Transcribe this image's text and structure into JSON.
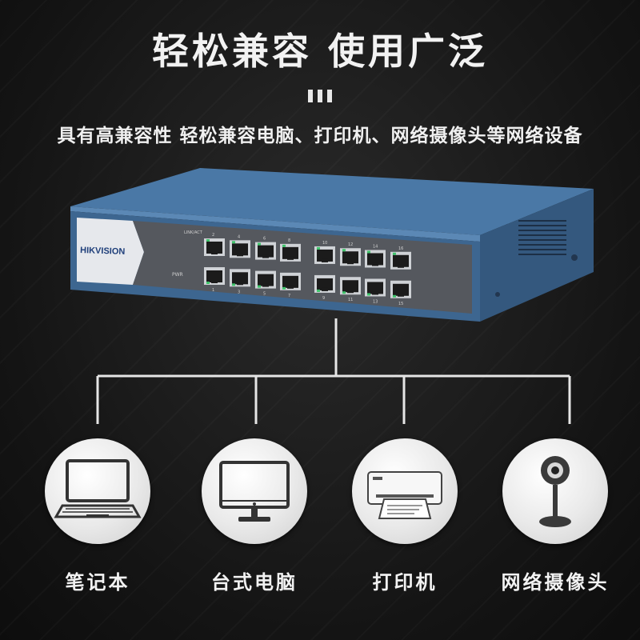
{
  "headline": "轻松兼容 使用广泛",
  "subline": "具有高兼容性 轻松兼容电脑、打印机、网络摄像头等网络设备",
  "switch": {
    "brand": "HIKVISION",
    "link_act_label": "LINK/ACT",
    "pwr_label": "PWR",
    "port_numbers_top": [
      "2",
      "4",
      "6",
      "8",
      "10",
      "12",
      "14",
      "16"
    ],
    "port_numbers_bottom": [
      "1",
      "3",
      "5",
      "7",
      "9",
      "11",
      "13",
      "15"
    ],
    "port_count": 16
  },
  "devices": [
    {
      "label": "笔记本",
      "icon": "laptop-icon"
    },
    {
      "label": "台式电脑",
      "icon": "desktop-monitor-icon"
    },
    {
      "label": "打印机",
      "icon": "printer-icon"
    },
    {
      "label": "网络摄像头",
      "icon": "webcam-icon"
    }
  ],
  "colors": {
    "switch_body": "#3f6690",
    "front_panel": "#5c5f66",
    "brand_panel": "#e8eaee",
    "brand_text": "#1f3f7a",
    "background": "#181818"
  }
}
